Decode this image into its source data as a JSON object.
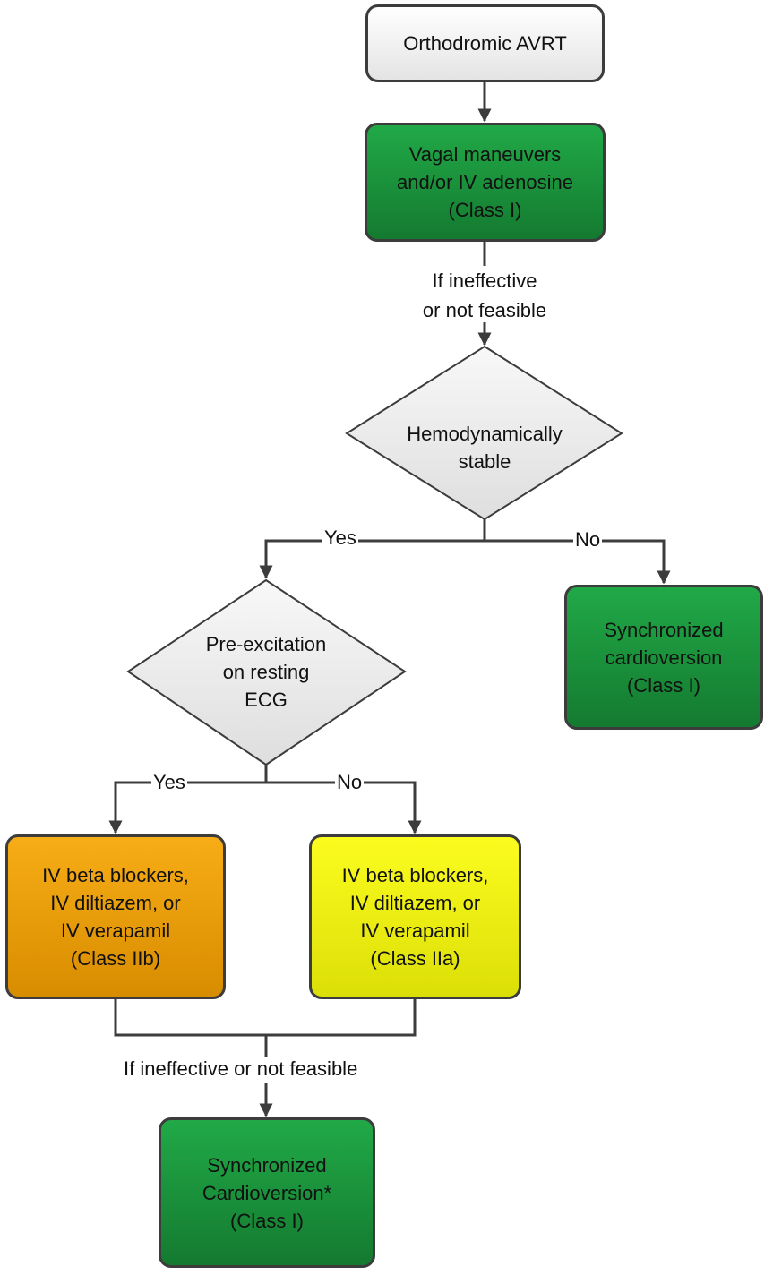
{
  "nodes": {
    "start": "Orthodromic AVRT",
    "vagal": "Vagal maneuvers\nand/or IV adenosine\n(Class I)",
    "hemo": "Hemodynamically\nstable",
    "sync_right": "Synchronized\ncardioversion\n(Class I)",
    "preexc": "Pre-excitation\non resting\nECG",
    "orange_box": "IV beta blockers,\nIV diltiazem, or\nIV verapamil\n(Class IIb)",
    "yellow_box": "IV beta blockers,\nIV diltiazem, or\nIV verapamil\n(Class IIa)",
    "sync_bottom": "Synchronized\nCardioversion*\n(Class I)"
  },
  "labels": {
    "ineffective_top": "If ineffective\nor not feasible",
    "hemo_yes": "Yes",
    "hemo_no": "No",
    "pre_yes": "Yes",
    "pre_no": "No",
    "ineffective_bottom": "If ineffective or not feasible"
  },
  "colors": {
    "green": "#1a9a3d",
    "orange": "#f0a20c",
    "yellow": "#f2f312",
    "diamond": "#e8e8e8",
    "line": "#3c3c3c"
  }
}
